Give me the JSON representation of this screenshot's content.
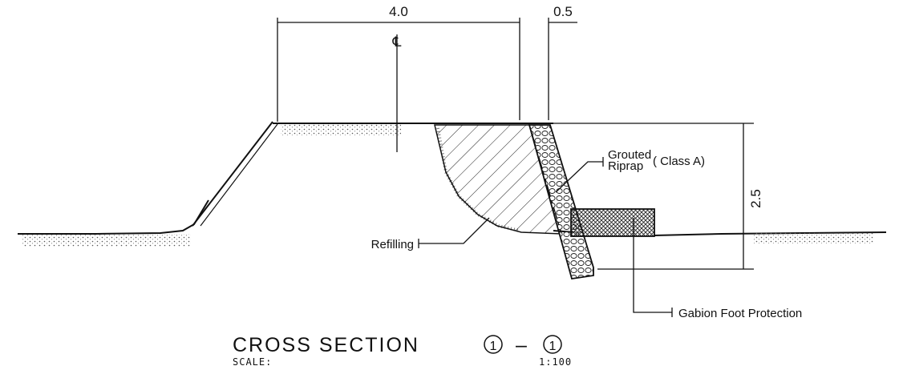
{
  "dimensions": {
    "crest_width": "4.0",
    "riprap_thickness": "0.5",
    "height": "2.5",
    "centerline_symbol": "℄"
  },
  "callouts": {
    "riprap_line1": "Grouted",
    "riprap_line2": "Riprap",
    "riprap_class": "( Class A)",
    "refilling": "Refilling",
    "gabion": "Gabion Foot Protection"
  },
  "title": {
    "text": "CROSS SECTION",
    "marker_a": "1",
    "dash": "–",
    "marker_b": "1",
    "scale_label": "SCALE:",
    "scale_value": "1:100"
  }
}
